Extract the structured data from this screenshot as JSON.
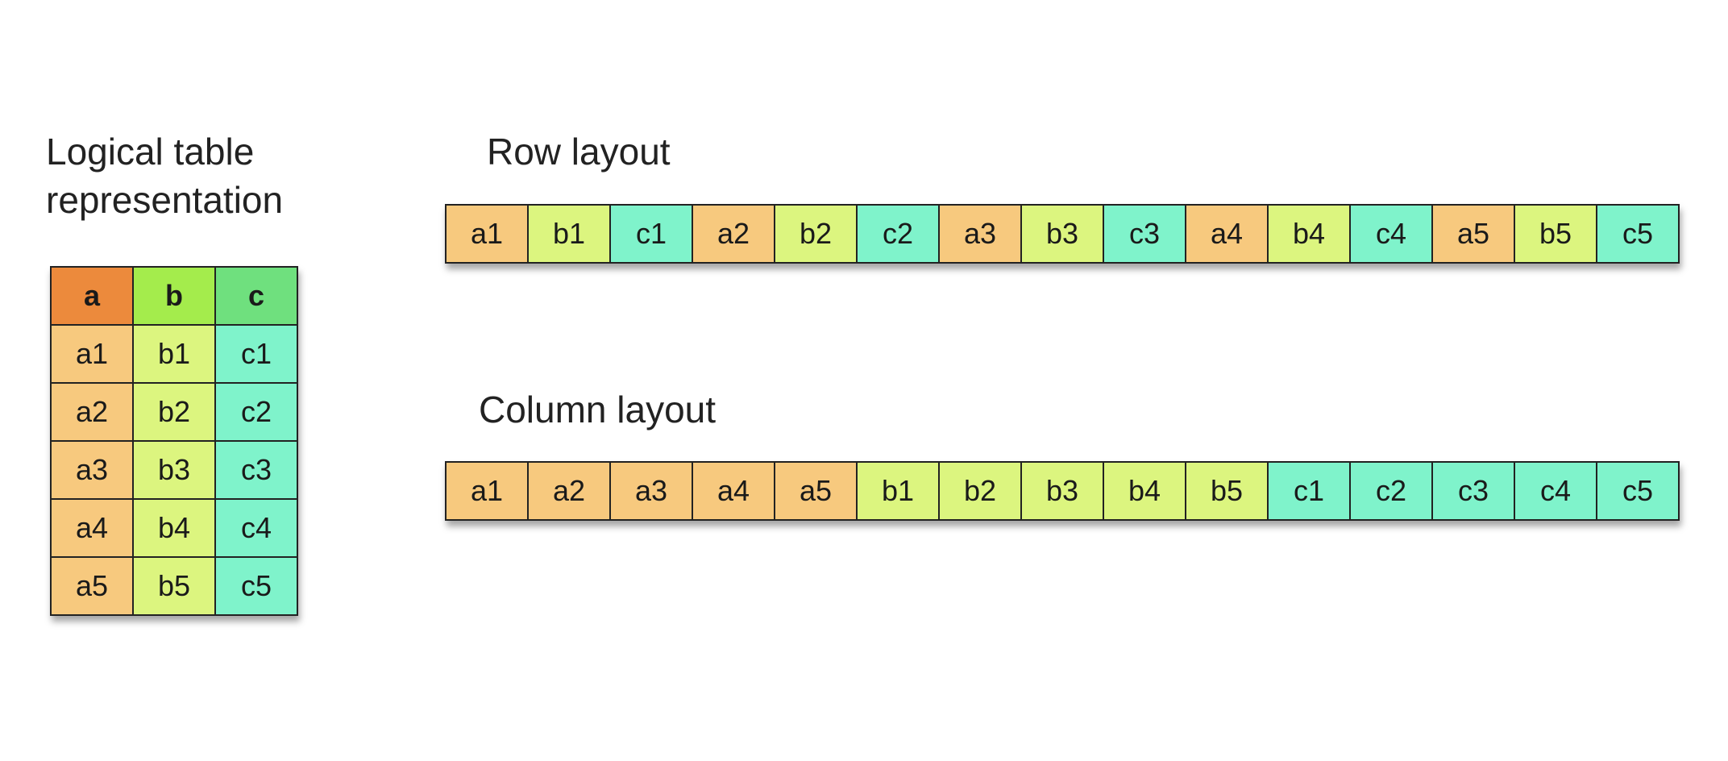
{
  "logical": {
    "title_line1": "Logical table",
    "title_line2": "representation",
    "headers": [
      "a",
      "b",
      "c"
    ],
    "rows": [
      [
        "a1",
        "b1",
        "c1"
      ],
      [
        "a2",
        "b2",
        "c2"
      ],
      [
        "a3",
        "b3",
        "c3"
      ],
      [
        "a4",
        "b4",
        "c4"
      ],
      [
        "a5",
        "b5",
        "c5"
      ]
    ]
  },
  "row_layout": {
    "title": "Row layout",
    "cells": [
      "a1",
      "b1",
      "c1",
      "a2",
      "b2",
      "c2",
      "a3",
      "b3",
      "c3",
      "a4",
      "b4",
      "c4",
      "a5",
      "b5",
      "c5"
    ]
  },
  "column_layout": {
    "title": "Column layout",
    "cells": [
      "a1",
      "a2",
      "a3",
      "a4",
      "a5",
      "b1",
      "b2",
      "b3",
      "b4",
      "b5",
      "c1",
      "c2",
      "c3",
      "c4",
      "c5"
    ]
  },
  "colors": {
    "a_cell": "#f7c97e",
    "b_cell": "#dcf57f",
    "c_cell": "#7ff3cb",
    "a_header": "#ec8a3c",
    "b_header": "#a4ec4c",
    "c_header": "#6fe07e"
  }
}
